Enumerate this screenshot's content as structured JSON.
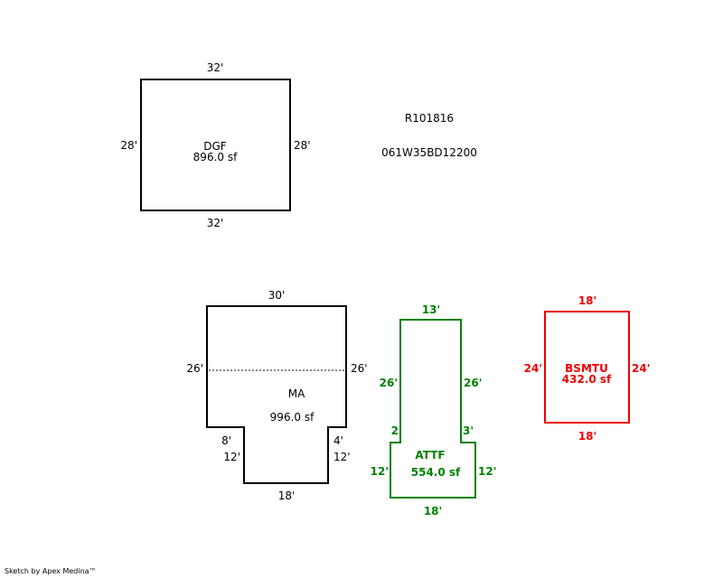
{
  "colors": {
    "dgf": "#000000",
    "ma": "#000000",
    "attf": "#008000",
    "bsmtu": "#ee0000",
    "divider": "#888888"
  },
  "header": {
    "parcel_id": "R101816",
    "map_number": "061W35BD12200"
  },
  "dgf": {
    "name": "DGF",
    "area": "896.0 sf",
    "top": "32'",
    "bottom": "32'",
    "left": "28'",
    "right": "28'"
  },
  "ma": {
    "name": "MA",
    "area": "996.0 sf",
    "top": "30'",
    "left": "26'",
    "right": "26'",
    "left_step": "8'",
    "right_step": "4'",
    "left_lower": "12'",
    "right_lower": "12'",
    "bottom": "18'"
  },
  "attf": {
    "name": "ATTF",
    "area": "554.0 sf",
    "top": "13'",
    "left_upper": "26'",
    "right_upper": "26'",
    "left_step": "2",
    "right_step": "3'",
    "left_lower": "12'",
    "right_lower": "12'",
    "bottom": "18'"
  },
  "bsmtu": {
    "name": "BSMTU",
    "area": "432.0 sf",
    "top": "18'",
    "bottom": "18'",
    "left": "24'",
    "right": "24'"
  },
  "footer": {
    "credit": "Sketch by Apex Medina™"
  }
}
